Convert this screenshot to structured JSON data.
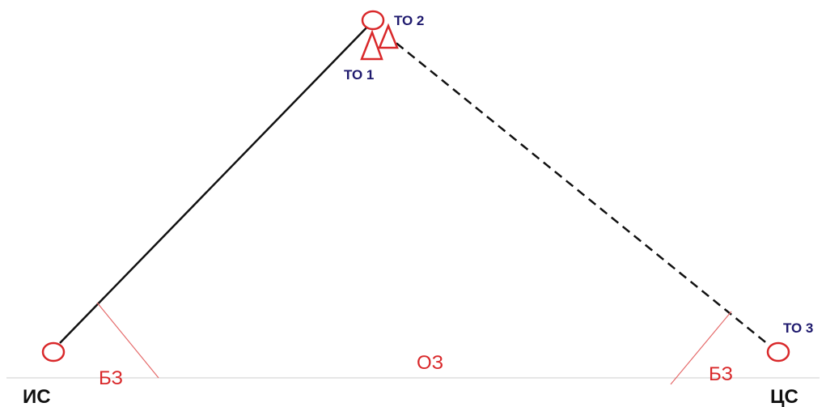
{
  "labels": {
    "to1": "ТО 1",
    "to2": "ТО 2",
    "to3": "ТО 3",
    "is": "ИС",
    "cs": "ЦС",
    "bz_left": "БЗ",
    "bz_right": "БЗ",
    "oz": "ОЗ"
  },
  "colors": {
    "marker_red": "#d9282a",
    "label_navy": "#1f1a6e",
    "label_black": "#111111",
    "line_black": "#111111",
    "zone_line": "#e56a6a",
    "baseline": "#cccccc"
  }
}
